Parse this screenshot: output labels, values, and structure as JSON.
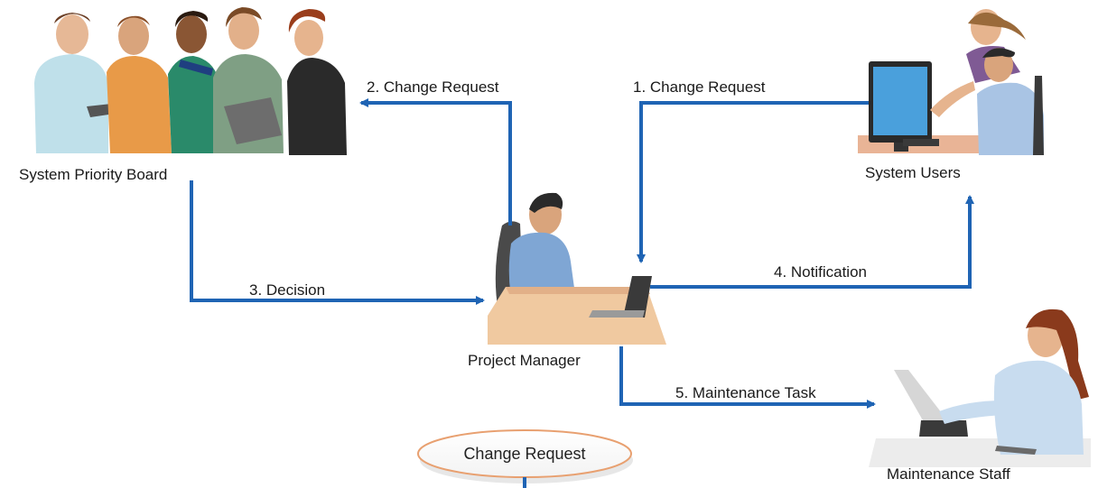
{
  "diagram": {
    "nodes": {
      "board": "System Priority Board",
      "users": "System Users",
      "manager": "Project Manager",
      "staff": "Maintenance Staff"
    },
    "steps": {
      "s1": "1. Change Request",
      "s2": "2. Change Request",
      "s3": "3. Decision",
      "s4": "4. Notification",
      "s5": "5. Maintenance Task"
    },
    "oval": "Change Request",
    "colors": {
      "arrow": "#1f64b4",
      "oval_border": "#e8a070",
      "desk": "#f0c9a0"
    }
  }
}
